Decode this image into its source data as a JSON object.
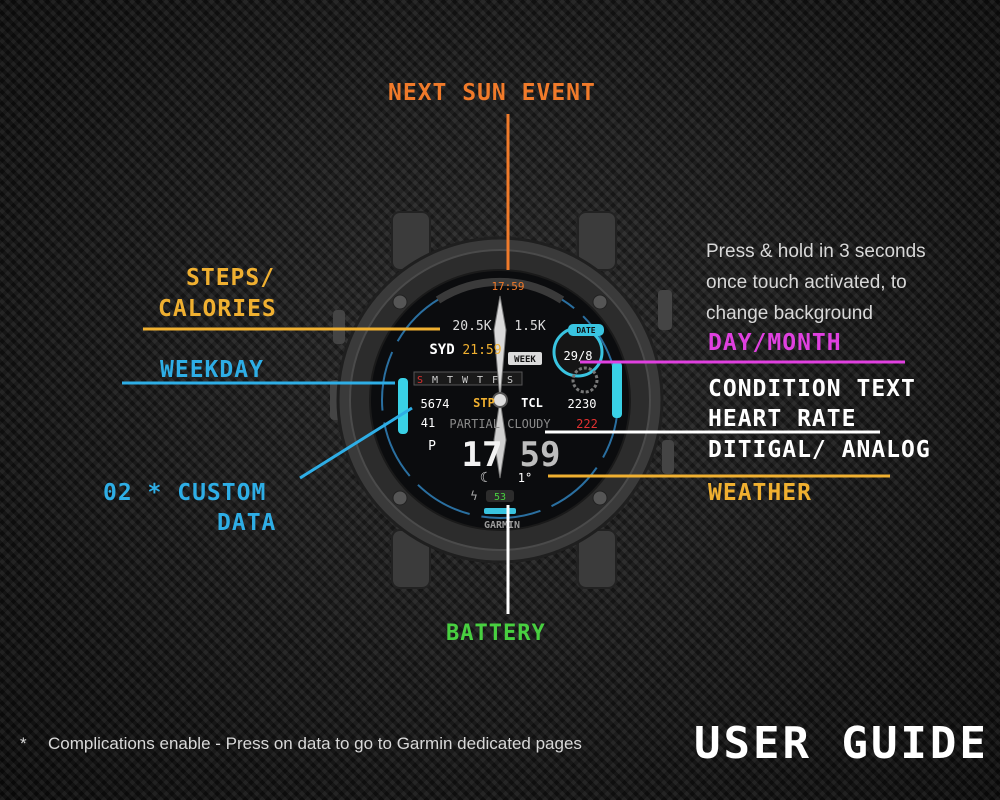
{
  "labels": {
    "next_sun_event": "NEXT SUN EVENT",
    "steps_calories_line1": "STEPS/",
    "steps_calories_line2": "CALORIES",
    "weekday": "WEEKDAY",
    "custom_data_line1": "02 * CUSTOM",
    "custom_data_line2": "DATA",
    "day_month": "DAY/MONTH",
    "condition_text": "CONDITION TEXT",
    "heart_rate": "HEART RATE",
    "digital_analog": "DITIGAL/ ANALOG",
    "weather": "WEATHER",
    "battery": "BATTERY"
  },
  "note": {
    "line1": "Press & hold in 3 seconds",
    "line2": "once touch activated, to",
    "line3": "change background"
  },
  "footer": {
    "asterisk": "*",
    "text": "Complications enable - Press on data to go to Garmin dedicated pages",
    "user_guide": "USER GUIDE"
  },
  "watch": {
    "sun_time": "17:59",
    "steps": "20.5K",
    "calories": "1.5K",
    "city": "SYD",
    "city_time": "21:59",
    "week_badge": "WEEK",
    "date_badge": "DATE",
    "date": "29/8",
    "weekdays": [
      "S",
      "M",
      "T",
      "W",
      "T",
      "F",
      "S"
    ],
    "custom_left": "5674",
    "custom_left_small": "41",
    "custom_right": "2230",
    "tag_left": "STP",
    "tag_right": "TCL",
    "condition": "PARTIAL CLOUDY",
    "heart_rate": "222",
    "side_p": "P",
    "hour": "17",
    "minute": "59",
    "temperature": "1°",
    "battery": "53",
    "brand": "GARMIN"
  },
  "colors": {
    "orange": "#f07a2a",
    "yellow": "#f0b030",
    "cyan": "#2eaee6",
    "magenta": "#e040e0",
    "green": "#48d040",
    "heart": "#e03030"
  }
}
